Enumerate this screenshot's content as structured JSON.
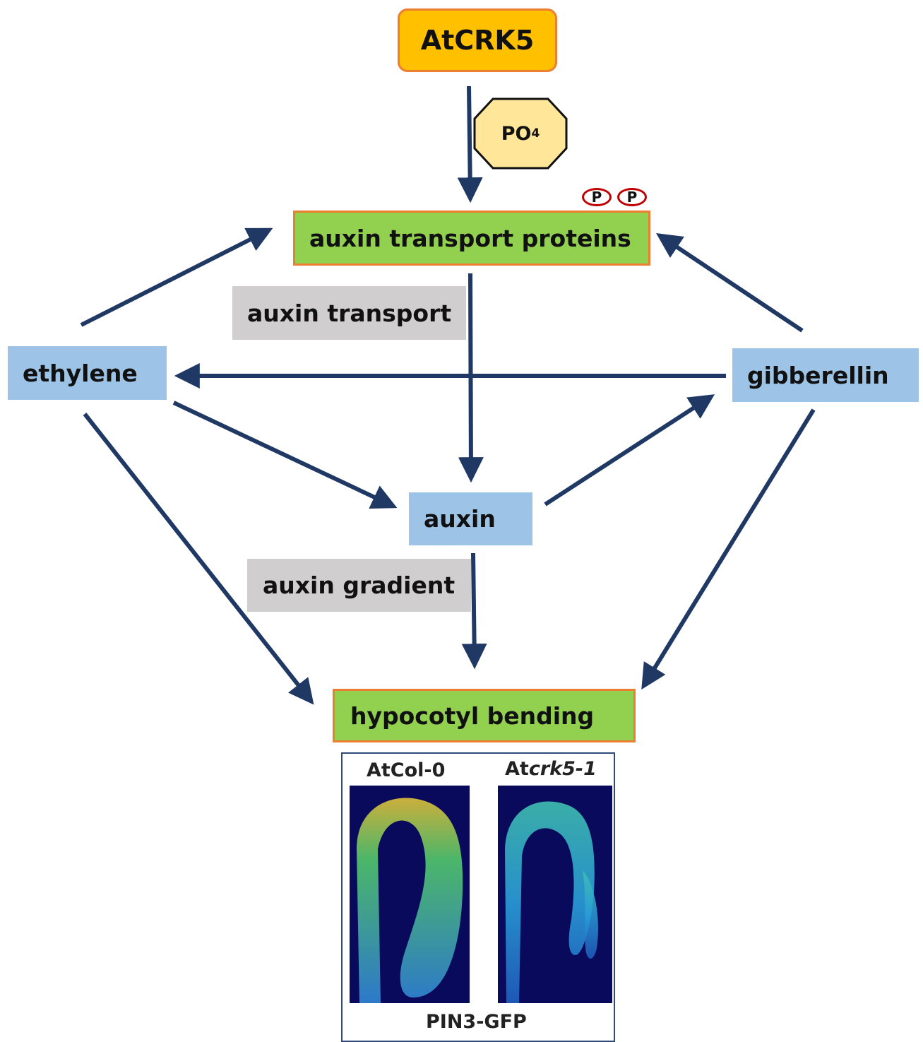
{
  "nodes": {
    "atcrk5": "AtCRK5",
    "po4_main": "PO",
    "po4_sub": "4",
    "auxin_transport_proteins": "auxin transport proteins",
    "ethylene": "ethylene",
    "gibberellin": "gibberellin",
    "auxin": "auxin",
    "hypocotyl_bending": "hypocotyl bending"
  },
  "labels": {
    "auxin_transport": "auxin transport",
    "auxin_gradient": "auxin gradient"
  },
  "phospho": [
    "P",
    "P"
  ],
  "micrograph": {
    "left_label": "AtCol-0",
    "right_label_prefix": "At",
    "right_label_italic": "crk5-1",
    "caption": "PIN3-GFP"
  },
  "colors": {
    "arrow": "#1f3864",
    "atcrk5_fill": "#ffc000",
    "po4_fill": "#ffe699",
    "blue_box": "#9dc3e6",
    "green_box": "#92d050",
    "gray_label": "#d0cece",
    "orange_border": "#ed7d31",
    "phospho_ring": "#c00000"
  }
}
